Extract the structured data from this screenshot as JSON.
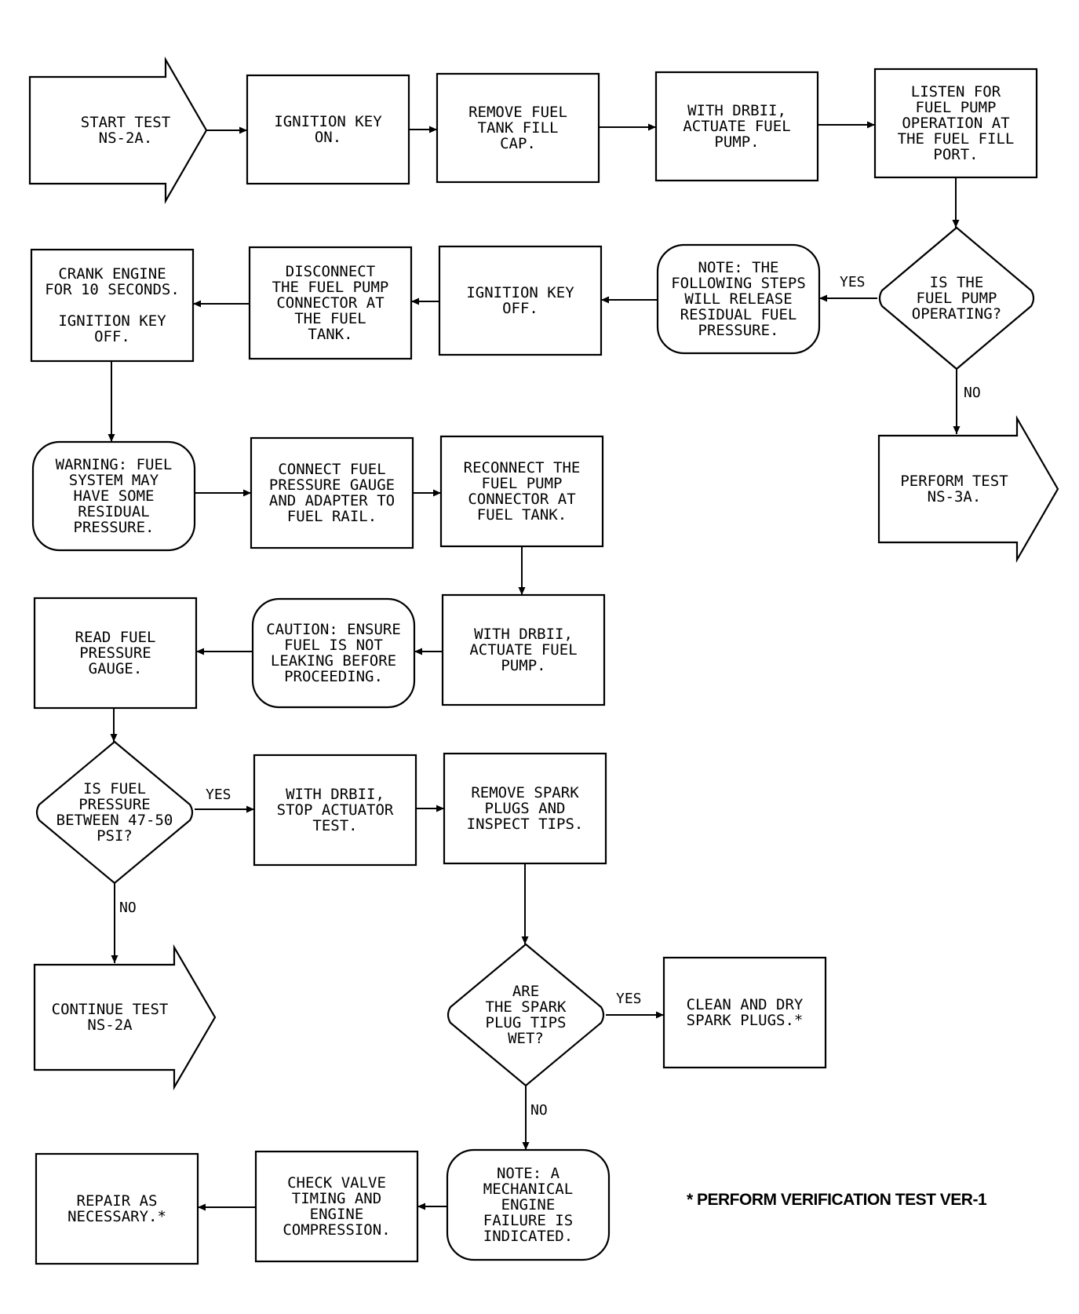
{
  "nodes": {
    "start_test": {
      "shape": "arrow",
      "lines": [
        "START TEST",
        "NS-2A."
      ]
    },
    "ignition_on": {
      "shape": "rect",
      "lines": [
        "IGNITION KEY",
        "ON."
      ]
    },
    "remove_cap": {
      "shape": "rect",
      "lines": [
        "REMOVE FUEL",
        "TANK FILL",
        "CAP."
      ]
    },
    "actuate_pump_1": {
      "shape": "rect",
      "lines": [
        "WITH DRBII,",
        "ACTUATE FUEL",
        "PUMP."
      ]
    },
    "listen_pump": {
      "shape": "rect",
      "lines": [
        "LISTEN FOR",
        "FUEL PUMP",
        "OPERATION AT",
        "THE FUEL FILL",
        "PORT."
      ]
    },
    "pump_operating": {
      "shape": "diamond",
      "lines": [
        "IS THE",
        "FUEL PUMP",
        "OPERATING?"
      ]
    },
    "note_release": {
      "shape": "rounded",
      "lines": [
        "NOTE: THE",
        "FOLLOWING STEPS",
        "WILL RELEASE",
        "RESIDUAL FUEL",
        "PRESSURE."
      ]
    },
    "ignition_off": {
      "shape": "rect",
      "lines": [
        "IGNITION KEY",
        "OFF."
      ]
    },
    "disconnect_connector": {
      "shape": "rect",
      "lines": [
        "DISCONNECT",
        "THE FUEL PUMP",
        "CONNECTOR AT",
        "THE FUEL",
        "TANK."
      ]
    },
    "crank_engine": {
      "shape": "rect",
      "lines": [
        "CRANK ENGINE",
        "FOR 10 SECONDS.",
        "",
        "IGNITION KEY",
        "OFF."
      ]
    },
    "perform_ns3a": {
      "shape": "arrow",
      "lines": [
        "PERFORM TEST",
        "NS-3A."
      ]
    },
    "warning": {
      "shape": "rounded",
      "lines": [
        "WARNING: FUEL",
        "SYSTEM MAY",
        "HAVE SOME",
        "RESIDUAL",
        "PRESSURE."
      ]
    },
    "connect_gauge": {
      "shape": "rect",
      "lines": [
        "CONNECT FUEL",
        "PRESSURE GAUGE",
        "AND ADAPTER TO",
        "FUEL RAIL."
      ]
    },
    "reconnect_connector": {
      "shape": "rect",
      "lines": [
        "RECONNECT THE",
        "FUEL PUMP",
        "CONNECTOR AT",
        "FUEL TANK."
      ]
    },
    "actuate_pump_2": {
      "shape": "rect",
      "lines": [
        "WITH DRBII,",
        "ACTUATE FUEL",
        "PUMP."
      ]
    },
    "caution": {
      "shape": "rounded",
      "lines": [
        "CAUTION: ENSURE",
        "FUEL IS NOT",
        "LEAKING BEFORE",
        "PROCEEDING."
      ]
    },
    "read_gauge": {
      "shape": "rect",
      "lines": [
        "READ FUEL",
        "PRESSURE",
        "GAUGE."
      ]
    },
    "pressure_between": {
      "shape": "diamond",
      "lines": [
        "IS FUEL",
        "PRESSURE",
        "BETWEEN 47-50",
        "PSI?"
      ]
    },
    "stop_actuator": {
      "shape": "rect",
      "lines": [
        "WITH DRBII,",
        "STOP ACTUATOR",
        "TEST."
      ]
    },
    "remove_plugs": {
      "shape": "rect",
      "lines": [
        "REMOVE SPARK",
        "PLUGS AND",
        "INSPECT TIPS."
      ]
    },
    "continue_ns2a": {
      "shape": "arrow",
      "lines": [
        "CONTINUE TEST",
        "NS-2A"
      ]
    },
    "tips_wet": {
      "shape": "diamond",
      "lines": [
        "ARE",
        "THE SPARK",
        "PLUG TIPS",
        "WET?"
      ]
    },
    "clean_plugs": {
      "shape": "rect",
      "lines": [
        "CLEAN AND DRY",
        "SPARK PLUGS.*"
      ]
    },
    "note_mechanical": {
      "shape": "rounded",
      "lines": [
        "NOTE: A",
        "MECHANICAL",
        "ENGINE",
        "FAILURE IS",
        "INDICATED."
      ]
    },
    "check_valve": {
      "shape": "rect",
      "lines": [
        "CHECK VALVE",
        "TIMING AND",
        "ENGINE",
        "COMPRESSION."
      ]
    },
    "repair": {
      "shape": "rect",
      "lines": [
        "REPAIR AS",
        "NECESSARY.*"
      ]
    }
  },
  "edges": [
    {
      "from": "start_test",
      "to": "ignition_on",
      "label": ""
    },
    {
      "from": "ignition_on",
      "to": "remove_cap",
      "label": ""
    },
    {
      "from": "remove_cap",
      "to": "actuate_pump_1",
      "label": ""
    },
    {
      "from": "actuate_pump_1",
      "to": "listen_pump",
      "label": ""
    },
    {
      "from": "listen_pump",
      "to": "pump_operating",
      "label": ""
    },
    {
      "from": "pump_operating",
      "to": "note_release",
      "label": "YES"
    },
    {
      "from": "pump_operating",
      "to": "perform_ns3a",
      "label": "NO"
    },
    {
      "from": "note_release",
      "to": "ignition_off",
      "label": ""
    },
    {
      "from": "ignition_off",
      "to": "disconnect_connector",
      "label": ""
    },
    {
      "from": "disconnect_connector",
      "to": "crank_engine",
      "label": ""
    },
    {
      "from": "crank_engine",
      "to": "warning",
      "label": ""
    },
    {
      "from": "warning",
      "to": "connect_gauge",
      "label": ""
    },
    {
      "from": "connect_gauge",
      "to": "reconnect_connector",
      "label": ""
    },
    {
      "from": "reconnect_connector",
      "to": "actuate_pump_2",
      "label": ""
    },
    {
      "from": "actuate_pump_2",
      "to": "caution",
      "label": ""
    },
    {
      "from": "caution",
      "to": "read_gauge",
      "label": ""
    },
    {
      "from": "read_gauge",
      "to": "pressure_between",
      "label": ""
    },
    {
      "from": "pressure_between",
      "to": "stop_actuator",
      "label": "YES"
    },
    {
      "from": "pressure_between",
      "to": "continue_ns2a",
      "label": "NO"
    },
    {
      "from": "stop_actuator",
      "to": "remove_plugs",
      "label": ""
    },
    {
      "from": "remove_plugs",
      "to": "tips_wet",
      "label": ""
    },
    {
      "from": "tips_wet",
      "to": "clean_plugs",
      "label": "YES"
    },
    {
      "from": "tips_wet",
      "to": "note_mechanical",
      "label": "NO"
    },
    {
      "from": "note_mechanical",
      "to": "check_valve",
      "label": ""
    },
    {
      "from": "check_valve",
      "to": "repair",
      "label": ""
    }
  ],
  "footnote": "* PERFORM VERIFICATION TEST VER-1"
}
